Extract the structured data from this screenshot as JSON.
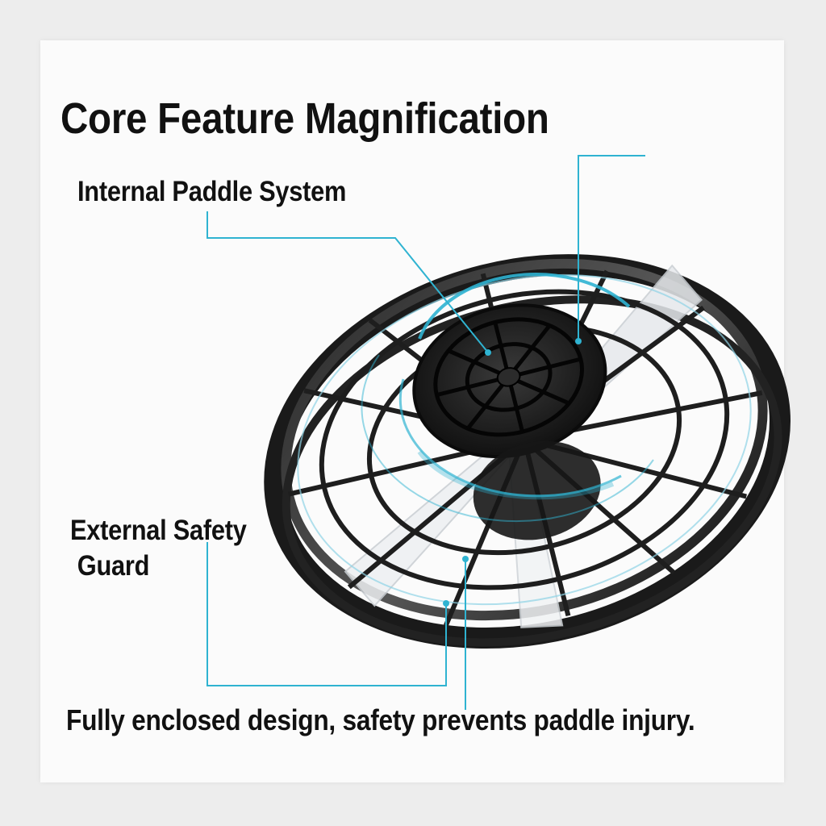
{
  "heading": "Core Feature Magnification",
  "callouts": {
    "internal": "Internal Paddle System",
    "external_line1": "External Safety",
    "external_line2": "Guard"
  },
  "caption": "Fully enclosed design, safety prevents paddle injury.",
  "colors": {
    "background": "#fbfbfb",
    "leader_line": "#2fb3d1",
    "device": "#1c1c1c",
    "text": "#111111"
  }
}
